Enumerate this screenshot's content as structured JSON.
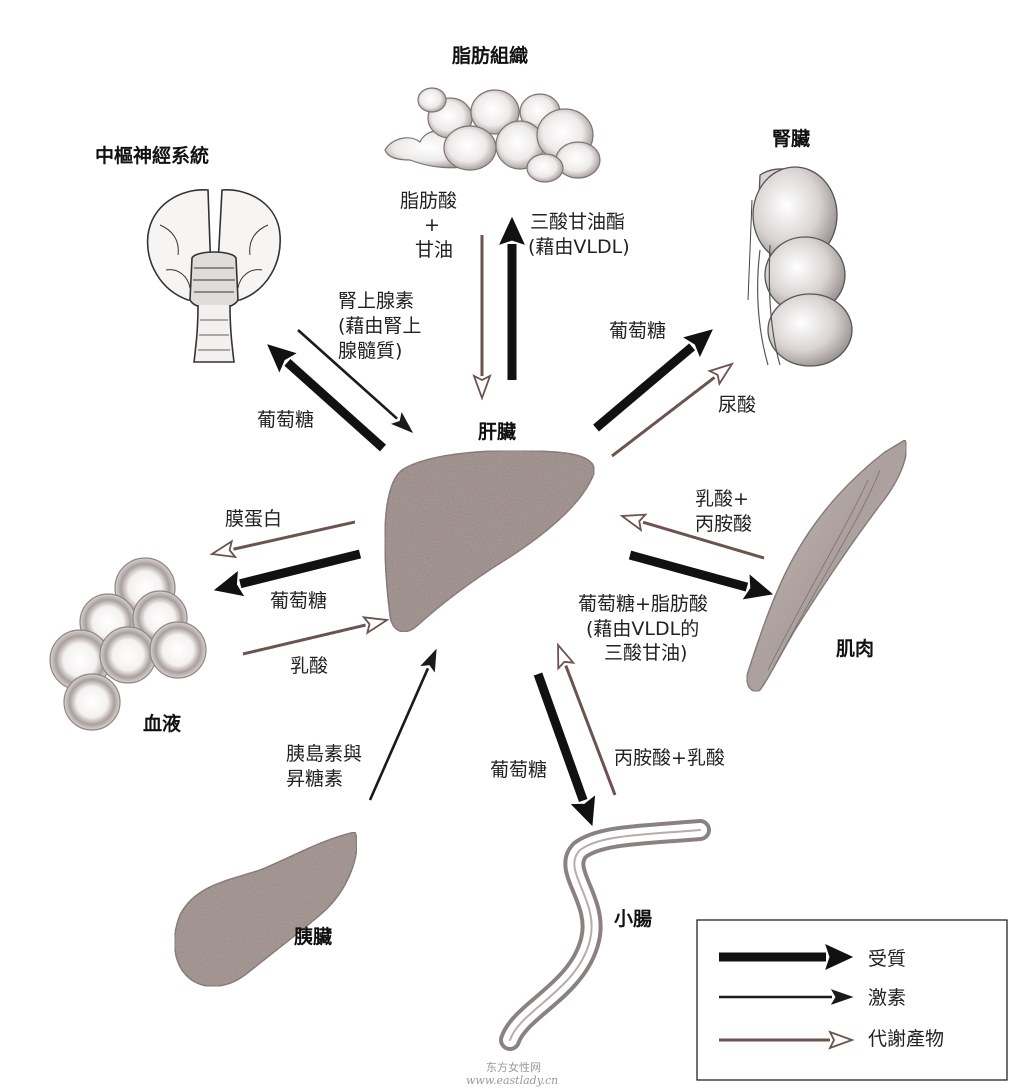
{
  "organs": {
    "adipose": "脂肪組織",
    "cns": "中樞神經系統",
    "kidney": "腎臟",
    "liver": "肝臟",
    "muscle": "肌肉",
    "blood": "血液",
    "pancreas": "胰臟",
    "intestine": "小腸"
  },
  "flows": {
    "fatty_acid_1": "脂肪酸",
    "fatty_acid_2": "+",
    "fatty_acid_3": "甘油",
    "triglyceride_1": "三酸甘油酯",
    "triglyceride_2": "(藉由VLDL)",
    "epinephrine_1": "腎上腺素",
    "epinephrine_2": "(藉由腎上",
    "epinephrine_3": "腺髓質)",
    "glucose_cns": "葡萄糖",
    "glucose_kidney": "葡萄糖",
    "uric_acid": "尿酸",
    "lactate_alanine_1": "乳酸+",
    "lactate_alanine_2": "丙胺酸",
    "glucose_fa_1": "葡萄糖+脂肪酸",
    "glucose_fa_2": "(藉由VLDL的",
    "glucose_fa_3": "三酸甘油)",
    "lipoprotein": "膜蛋白",
    "glucose_blood": "葡萄糖",
    "lactate_blood": "乳酸",
    "insulin_1": "胰島素與",
    "insulin_2": "昇糖素",
    "glucose_intestine": "葡萄糖",
    "alanine_lactate": "丙胺酸+乳酸"
  },
  "legend": {
    "substrate": "受質",
    "hormone": "激素",
    "metabolite": "代謝產物"
  },
  "watermark": {
    "line1": "东方女性网",
    "line2": "www.eastlady.cn"
  },
  "colors": {
    "substrate": "#111111",
    "hormone": "#1a1a1a",
    "metabolite": "#6b5350",
    "organ_fill": "#9a8a86"
  }
}
